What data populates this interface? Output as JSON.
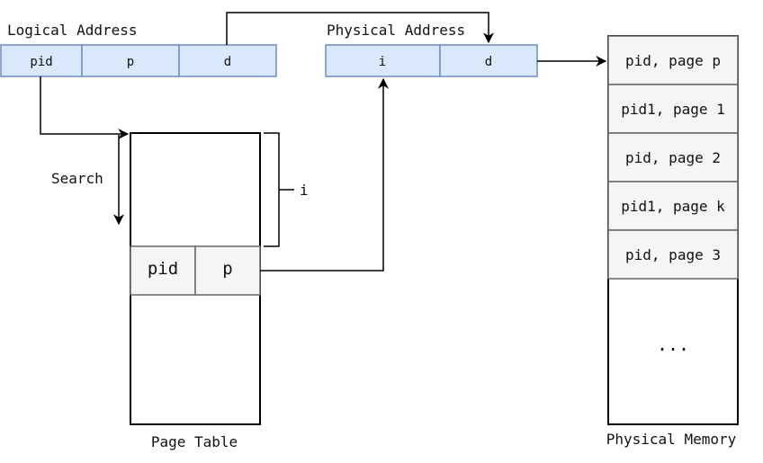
{
  "logical_address": {
    "label": "Logical Address",
    "fields": [
      "pid",
      "p",
      "d"
    ]
  },
  "physical_address": {
    "label": "Physical Address",
    "fields": [
      "i",
      "d"
    ]
  },
  "page_table": {
    "label": "Page Table",
    "entry": [
      "pid",
      "p"
    ],
    "search_label": "Search",
    "index_label": "i"
  },
  "physical_memory": {
    "label": "Physical Memory",
    "frames": [
      "pid, page p",
      "pid1, page 1",
      "pid, page 2",
      "pid1, page k",
      "pid, page 3"
    ],
    "ellipsis": "..."
  },
  "colors": {
    "address_fill": "#dae8fc",
    "address_stroke": "#6c8ebf",
    "entry_fill": "#f5f5f5",
    "entry_stroke": "#666666",
    "line": "#000000"
  }
}
